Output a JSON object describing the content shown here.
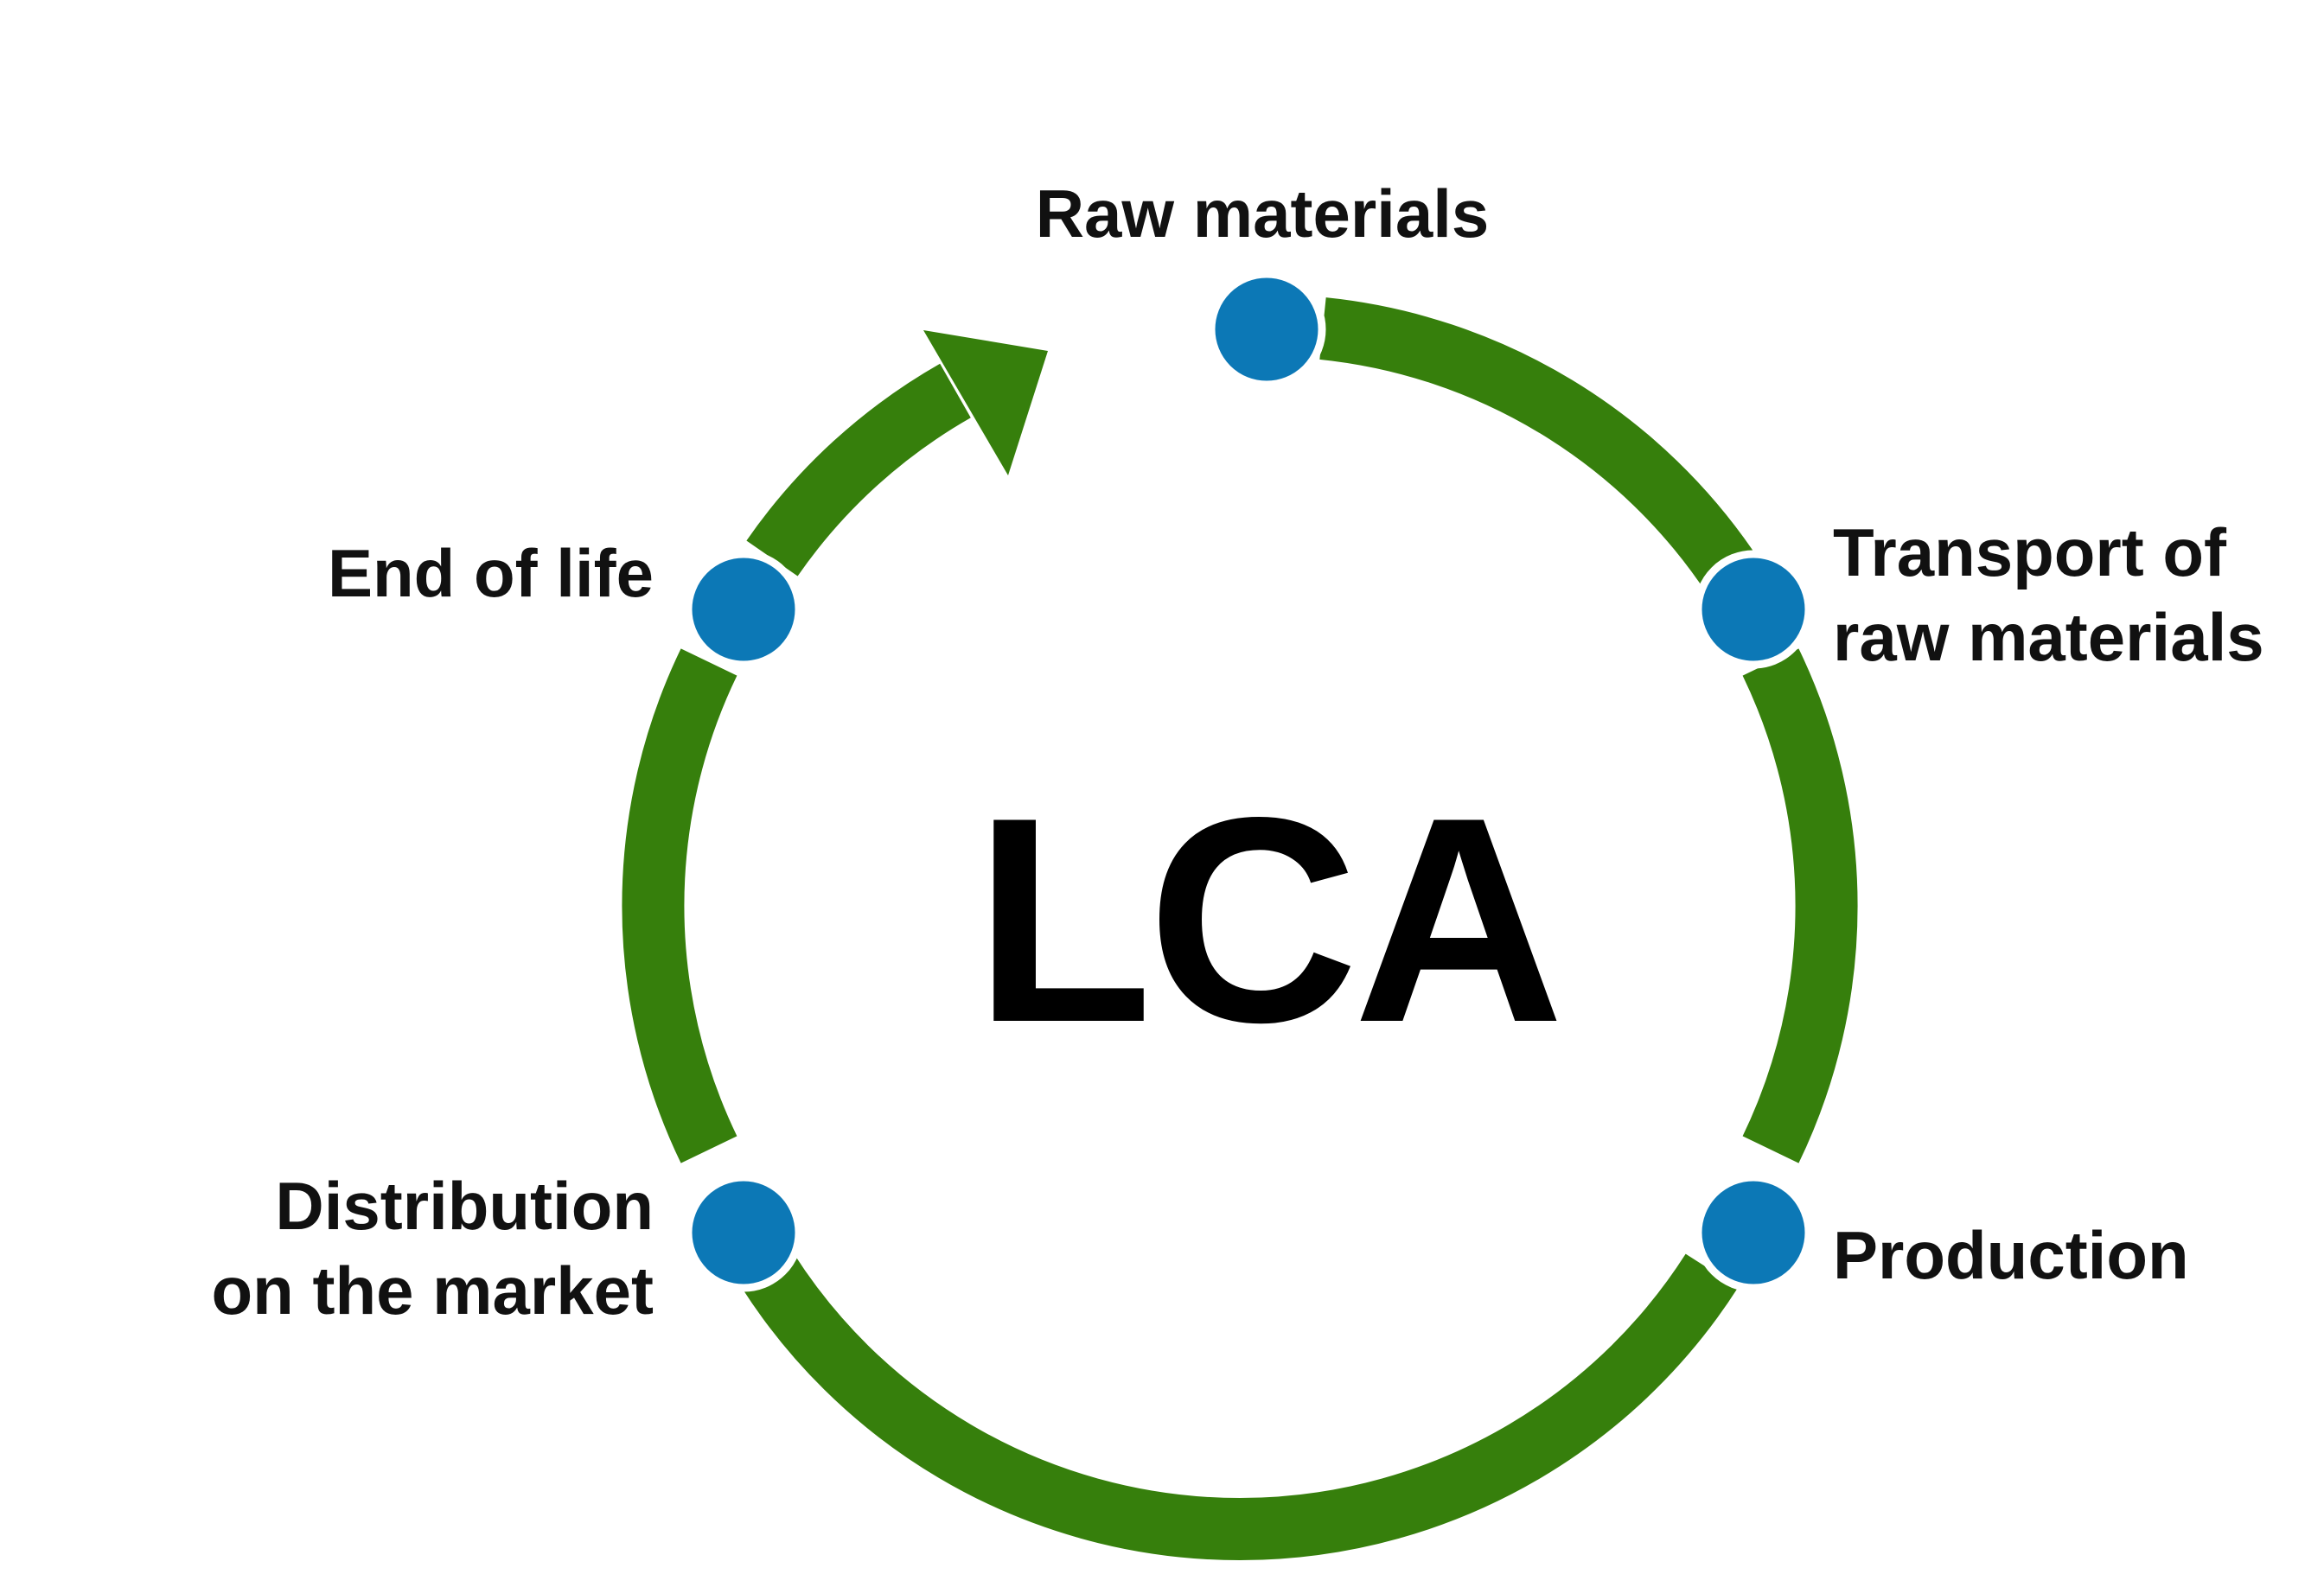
{
  "center_label": "LCA",
  "colors": {
    "arc": "#367f0c",
    "node": "#0c78b6",
    "text": "#111111"
  },
  "stages": {
    "raw_materials": "Raw materials",
    "transport": {
      "line1": "Transport of",
      "line2": "raw materials"
    },
    "production": "Production",
    "distribution": {
      "line1": "Distribution",
      "line2": "on the market"
    },
    "end_of_life": "End of life"
  }
}
